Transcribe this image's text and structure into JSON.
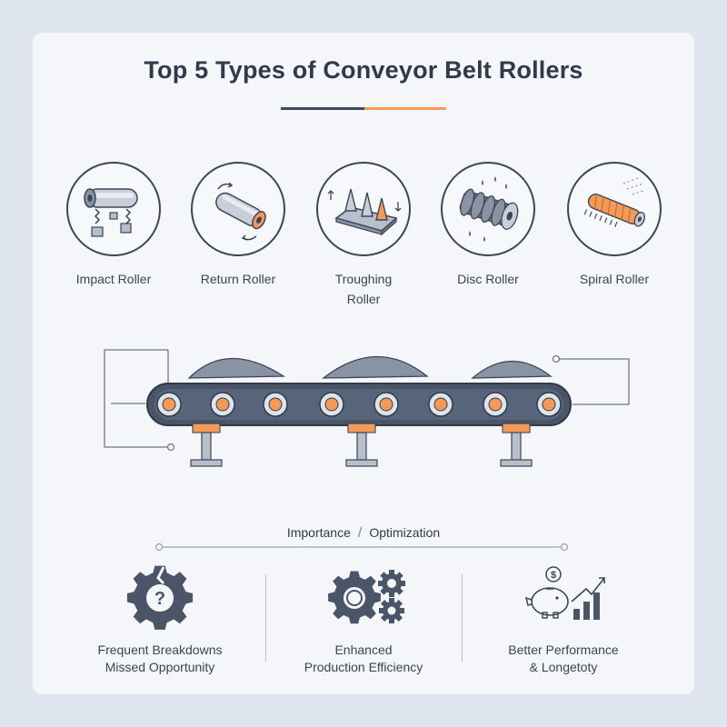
{
  "title": "Top 5 Types of Conveyor Belt Rollers",
  "rollers": [
    {
      "label": "Impact Roller",
      "icon": "impact-roller-icon"
    },
    {
      "label": "Return Roller",
      "icon": "return-roller-icon"
    },
    {
      "label": "Troughing Roller",
      "icon": "troughing-roller-icon"
    },
    {
      "label": "Disc Roller",
      "icon": "disc-roller-icon"
    },
    {
      "label": "Spiral Roller",
      "icon": "spiral-roller-icon"
    }
  ],
  "section": {
    "left": "Importance",
    "separator": "/",
    "right": "Optimization"
  },
  "benefits": [
    {
      "line1": "Frequent Breakdowns",
      "line2": "Missed Opportunity",
      "icon": "broken-gear-question-icon"
    },
    {
      "line1": "Enhanced",
      "line2": "Production Efficiency",
      "icon": "gears-icon"
    },
    {
      "line1": "Better Performance",
      "line2": "& Longetoty",
      "icon": "piggy-bank-growth-icon"
    }
  ],
  "colors": {
    "accent": "#f39a5b",
    "dark": "#3f4a5c",
    "background": "#dfe5ee",
    "card": "#f4f6fa"
  }
}
